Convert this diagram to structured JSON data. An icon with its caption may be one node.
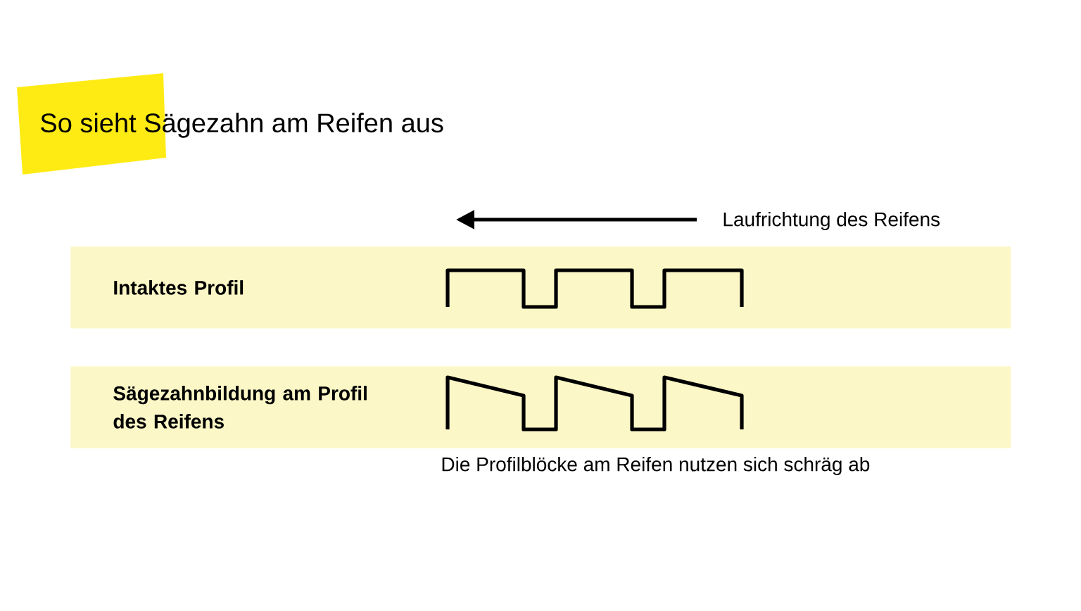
{
  "diagram": {
    "title": "So sieht Sägezahn am Reifen aus",
    "nodes": [
      {
        "text": [
          "Intaktes Profil"
        ]
      },
      {
        "text": [
          "Sägezahnbildung am Profil des Reifens"
        ]
      }
    ],
    "labels": [
      "Laufrichtung des Reifens",
      "Die Profilblöcke am Reifen nutzen sich schräg ab"
    ]
  }
}
